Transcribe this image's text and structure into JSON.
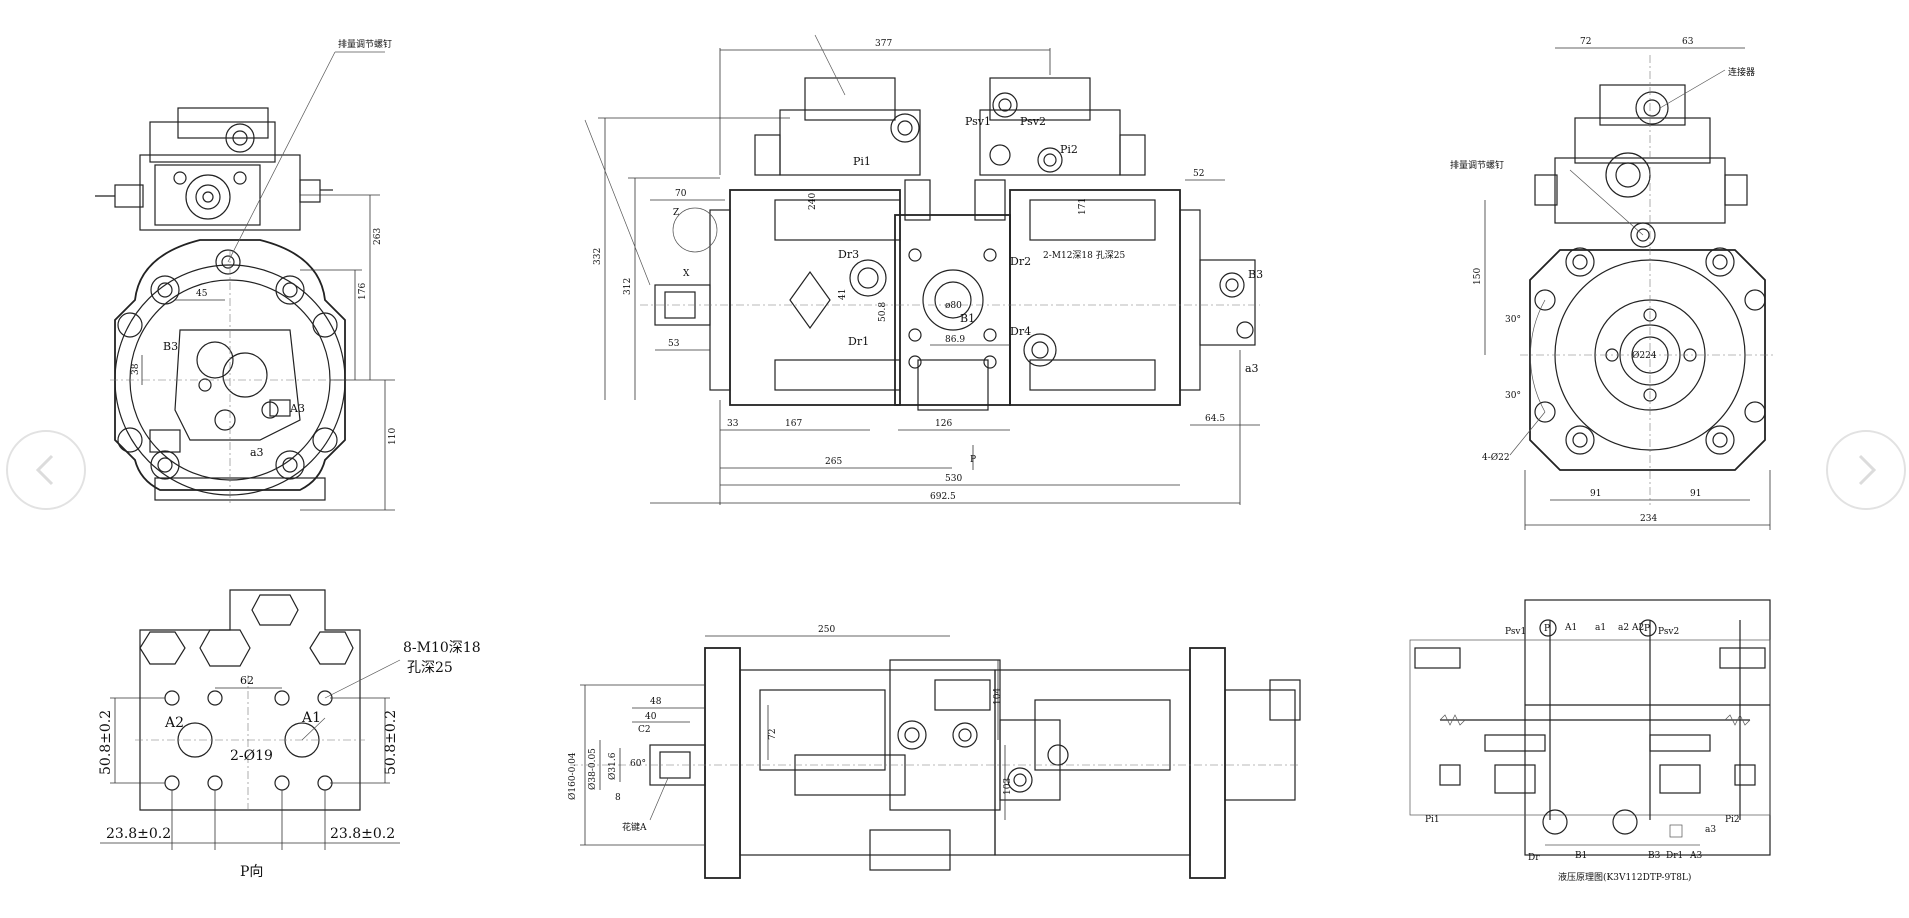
{
  "navigation": {
    "prev_icon": "chevron-left-icon",
    "next_icon": "chevron-right-icon"
  },
  "views": {
    "front": {
      "callout": "排量调节螺钉",
      "dims": [
        "263",
        "176",
        "110",
        "45",
        "38"
      ],
      "ports": [
        "B3",
        "A3",
        "a3"
      ]
    },
    "side": {
      "dims_top": [
        "377"
      ],
      "dims_bottom": [
        "33",
        "167",
        "126",
        "265",
        "530",
        "692.5",
        "64.5",
        "53"
      ],
      "dims_left": [
        "332",
        "312",
        "70",
        "52"
      ],
      "dims_inner": [
        "240",
        "171",
        "41",
        "50.8",
        "86.9",
        "ø80"
      ],
      "ports": [
        "Psv1",
        "Psv2",
        "Pi1",
        "Pi2",
        "Dr3",
        "Dr2",
        "Dr1",
        "Dr4",
        "B1",
        "B3",
        "a3"
      ],
      "callout": "2-M12深18 孔深25",
      "marks": [
        "Z",
        "X",
        "P"
      ]
    },
    "rear": {
      "callouts": [
        "连接器",
        "排量调节螺钉"
      ],
      "dims": [
        "72",
        "63",
        "150",
        "30°",
        "30°",
        "91",
        "91",
        "234",
        "Ø224"
      ],
      "holes": "4-Ø22"
    },
    "pview": {
      "label": "P向",
      "callout": "8-M10深18",
      "callout2": "孔深25",
      "dims": [
        "62",
        "50.8±0.2",
        "50.8±0.2",
        "23.8±0.2",
        "23.8±0.2"
      ],
      "ports": [
        "A2",
        "A1"
      ],
      "holes": "2-Ø19"
    },
    "bottom": {
      "dims": [
        "250",
        "48",
        "40",
        "8",
        "104",
        "103",
        "72",
        "60°"
      ],
      "shaft": [
        "Ø160-0.04",
        "Ø38-0.05",
        "Ø31.6"
      ],
      "callout": "花键A",
      "mark": "C2"
    },
    "schematic": {
      "caption": "液压原理图(K3V112DTP-9T8L)",
      "top_labels": [
        "Psv1",
        "P",
        "A1",
        "a1",
        "a2",
        "A2",
        "P",
        "Psv2"
      ],
      "bottom_labels": [
        "Pi1",
        "Pi2",
        "Dr",
        "B1",
        "B3",
        "Dr1",
        "A3",
        "a3"
      ]
    }
  }
}
